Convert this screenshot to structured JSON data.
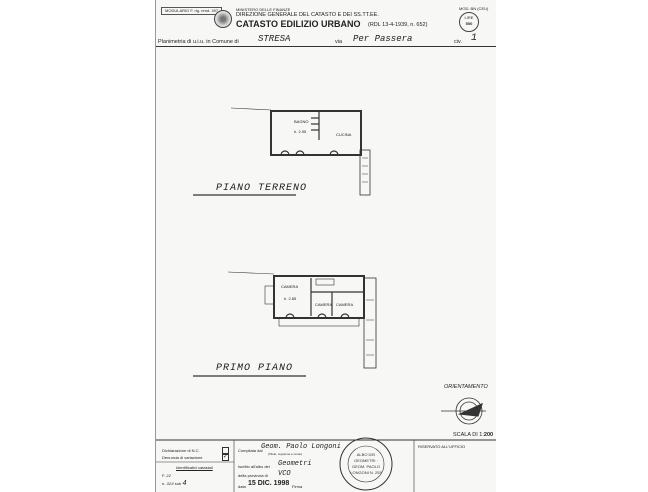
{
  "header": {
    "modulario_label": "MODULARIO F. rig. rend. 497",
    "ministry": "MINISTERO DELLE FINANZE",
    "directorate": "DIREZIONE GENERALE DEL CATASTO E DEI SS.TT.EE.",
    "title": "CATASTO EDILIZIO URBANO",
    "title_ref": "(RDL 13-4-1939, n. 652)",
    "model": "MOD. BN (CEU)",
    "price_label": "LIRE",
    "price_value": "500",
    "planimetria_label": "Planimetria di u.i.u. in Comune di",
    "comune": "STRESA",
    "via_label": "via",
    "via": "Per Passera",
    "civ_label": "civ.",
    "civ": "1"
  },
  "plans": {
    "ground_floor": {
      "title": "PIANO TERRENO",
      "rooms": [
        "BAGNO",
        "h. 2.95",
        "CUCINA"
      ]
    },
    "first_floor": {
      "title": "PRIMO PIANO",
      "rooms": [
        "CAMERA",
        "h. 2.85",
        "CAMERA",
        "CAMERA"
      ]
    }
  },
  "orientation_label": "ORIENTAMENTO",
  "scale_label": "SCALA DI 1:",
  "scale_value": "200",
  "footer": {
    "dichiarazione": "Dichiarazione di N.C.",
    "denuncia": "Denuncia di variazione",
    "identificativi": "Identificativi catastali",
    "foglio_label": "F.",
    "foglio": "22",
    "numero_label": "n.",
    "numero": "323",
    "sub_label": "sub",
    "sub": "4",
    "compilata_label": "Compilata dal",
    "compilata": "Geom. Paolo Longoni",
    "compilata_note": "(Titolo, cognome e nome)",
    "iscritto_label": "Iscritto all'albo dei",
    "albo": "Geometri",
    "provincia_label": "della provincia di",
    "provincia": "VCO",
    "data_label": "data",
    "data": "15 DIC. 1998",
    "firma_label": "Firma",
    "stamp": "ALBO DEI GEOMETRI · GEOM. PAOLO LONGONI N. 255",
    "riservato": "RISERVATO ALL'UFFICIO"
  }
}
